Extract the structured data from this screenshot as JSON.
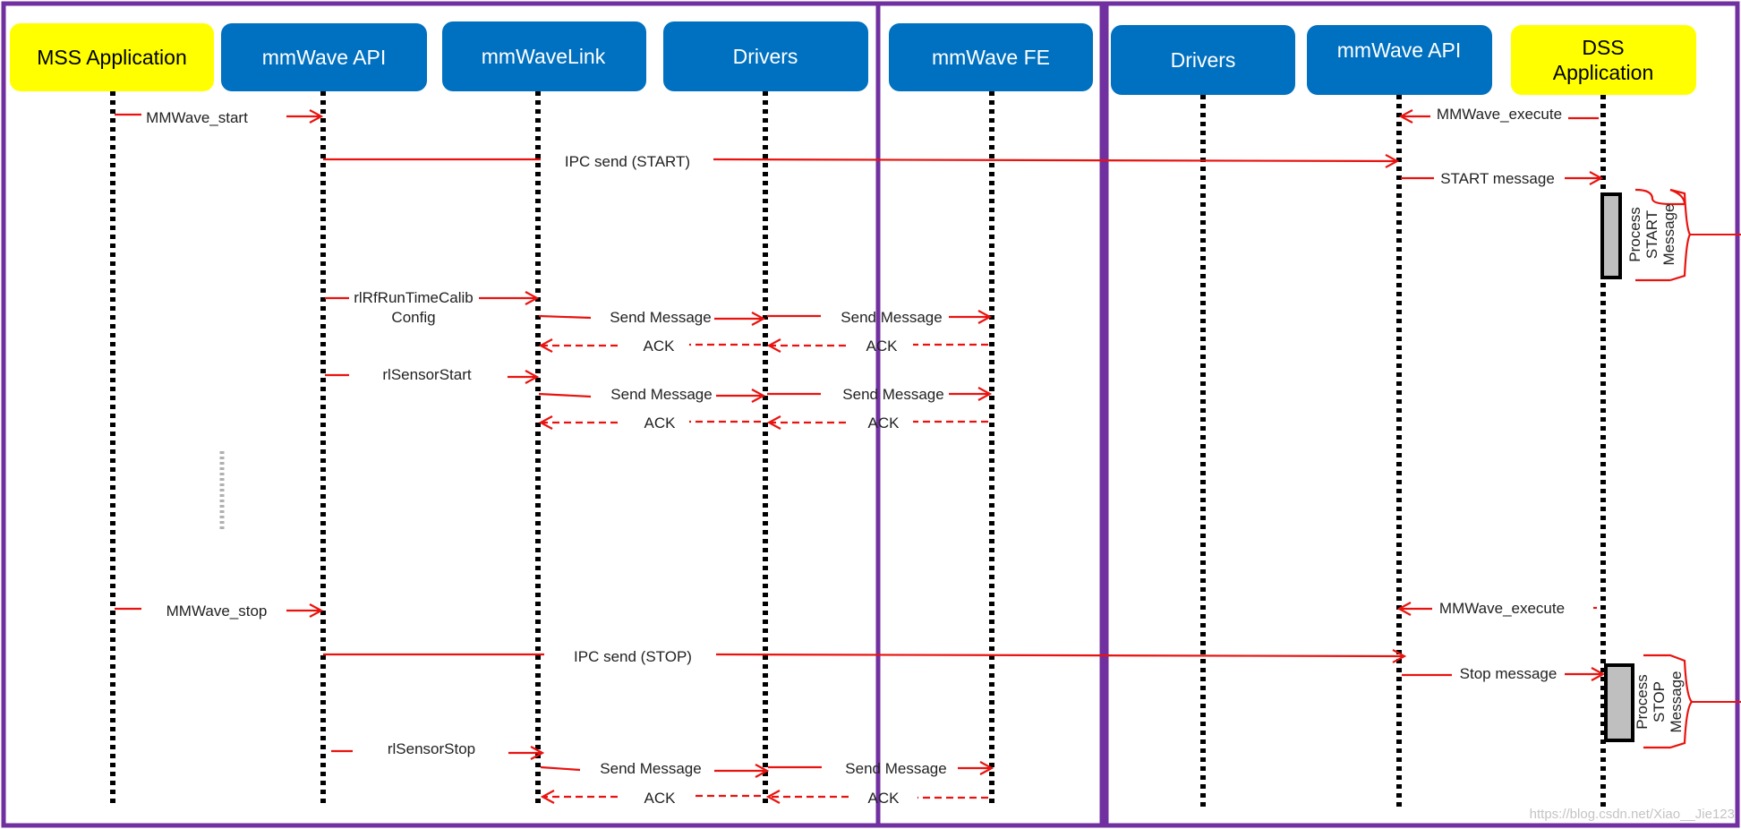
{
  "colors": {
    "header_blue": "#0070c0",
    "header_yellow": "#ffff00",
    "frame_purple": "#7030a0",
    "arrow_red": "#e8130f",
    "process_box": "#bfbfbf",
    "lifeline": "#000000"
  },
  "lifelines": {
    "mss_application": "MSS Application",
    "mss_mmwave_api": "mmWave API",
    "mmwavelink": "mmWaveLink",
    "mss_drivers": "Drivers",
    "mmwave_fe": "mmWave FE",
    "dss_drivers": "Drivers",
    "dss_mmwave_api": "mmWave API",
    "dss_application_line1": "DSS",
    "dss_application_line2": "Application"
  },
  "messages": {
    "mmwave_start": "MMWave_start",
    "mmwave_execute_1": "MMWave_execute",
    "ipc_send_start": "IPC send (START)",
    "start_message": "START message",
    "rl_rf_runtime_calib_line1": "rlRfRunTimeCalib",
    "rl_rf_runtime_calib_line2": "Config",
    "send_message_1a": "Send Message",
    "send_message_1b": "Send Message",
    "ack_1a": "ACK",
    "ack_1b": "ACK",
    "rl_sensor_start": "rlSensorStart",
    "send_message_2a": "Send Message",
    "send_message_2b": "Send Message",
    "ack_2a": "ACK",
    "ack_2b": "ACK",
    "mmwave_stop": "MMWave_stop",
    "mmwave_execute_2": "MMWave_execute",
    "ipc_send_stop": "IPC send (STOP)",
    "stop_message": "Stop message",
    "rl_sensor_stop": "rlSensorStop",
    "send_message_3a": "Send Message",
    "send_message_3b": "Send Message",
    "ack_3a": "ACK",
    "ack_3b": "ACK"
  },
  "process_blocks": {
    "start": [
      "Process",
      "START",
      "Message"
    ],
    "stop": [
      "Process",
      "STOP",
      "Message"
    ]
  },
  "watermark": "https://blog.csdn.net/Xiao__Jie123"
}
